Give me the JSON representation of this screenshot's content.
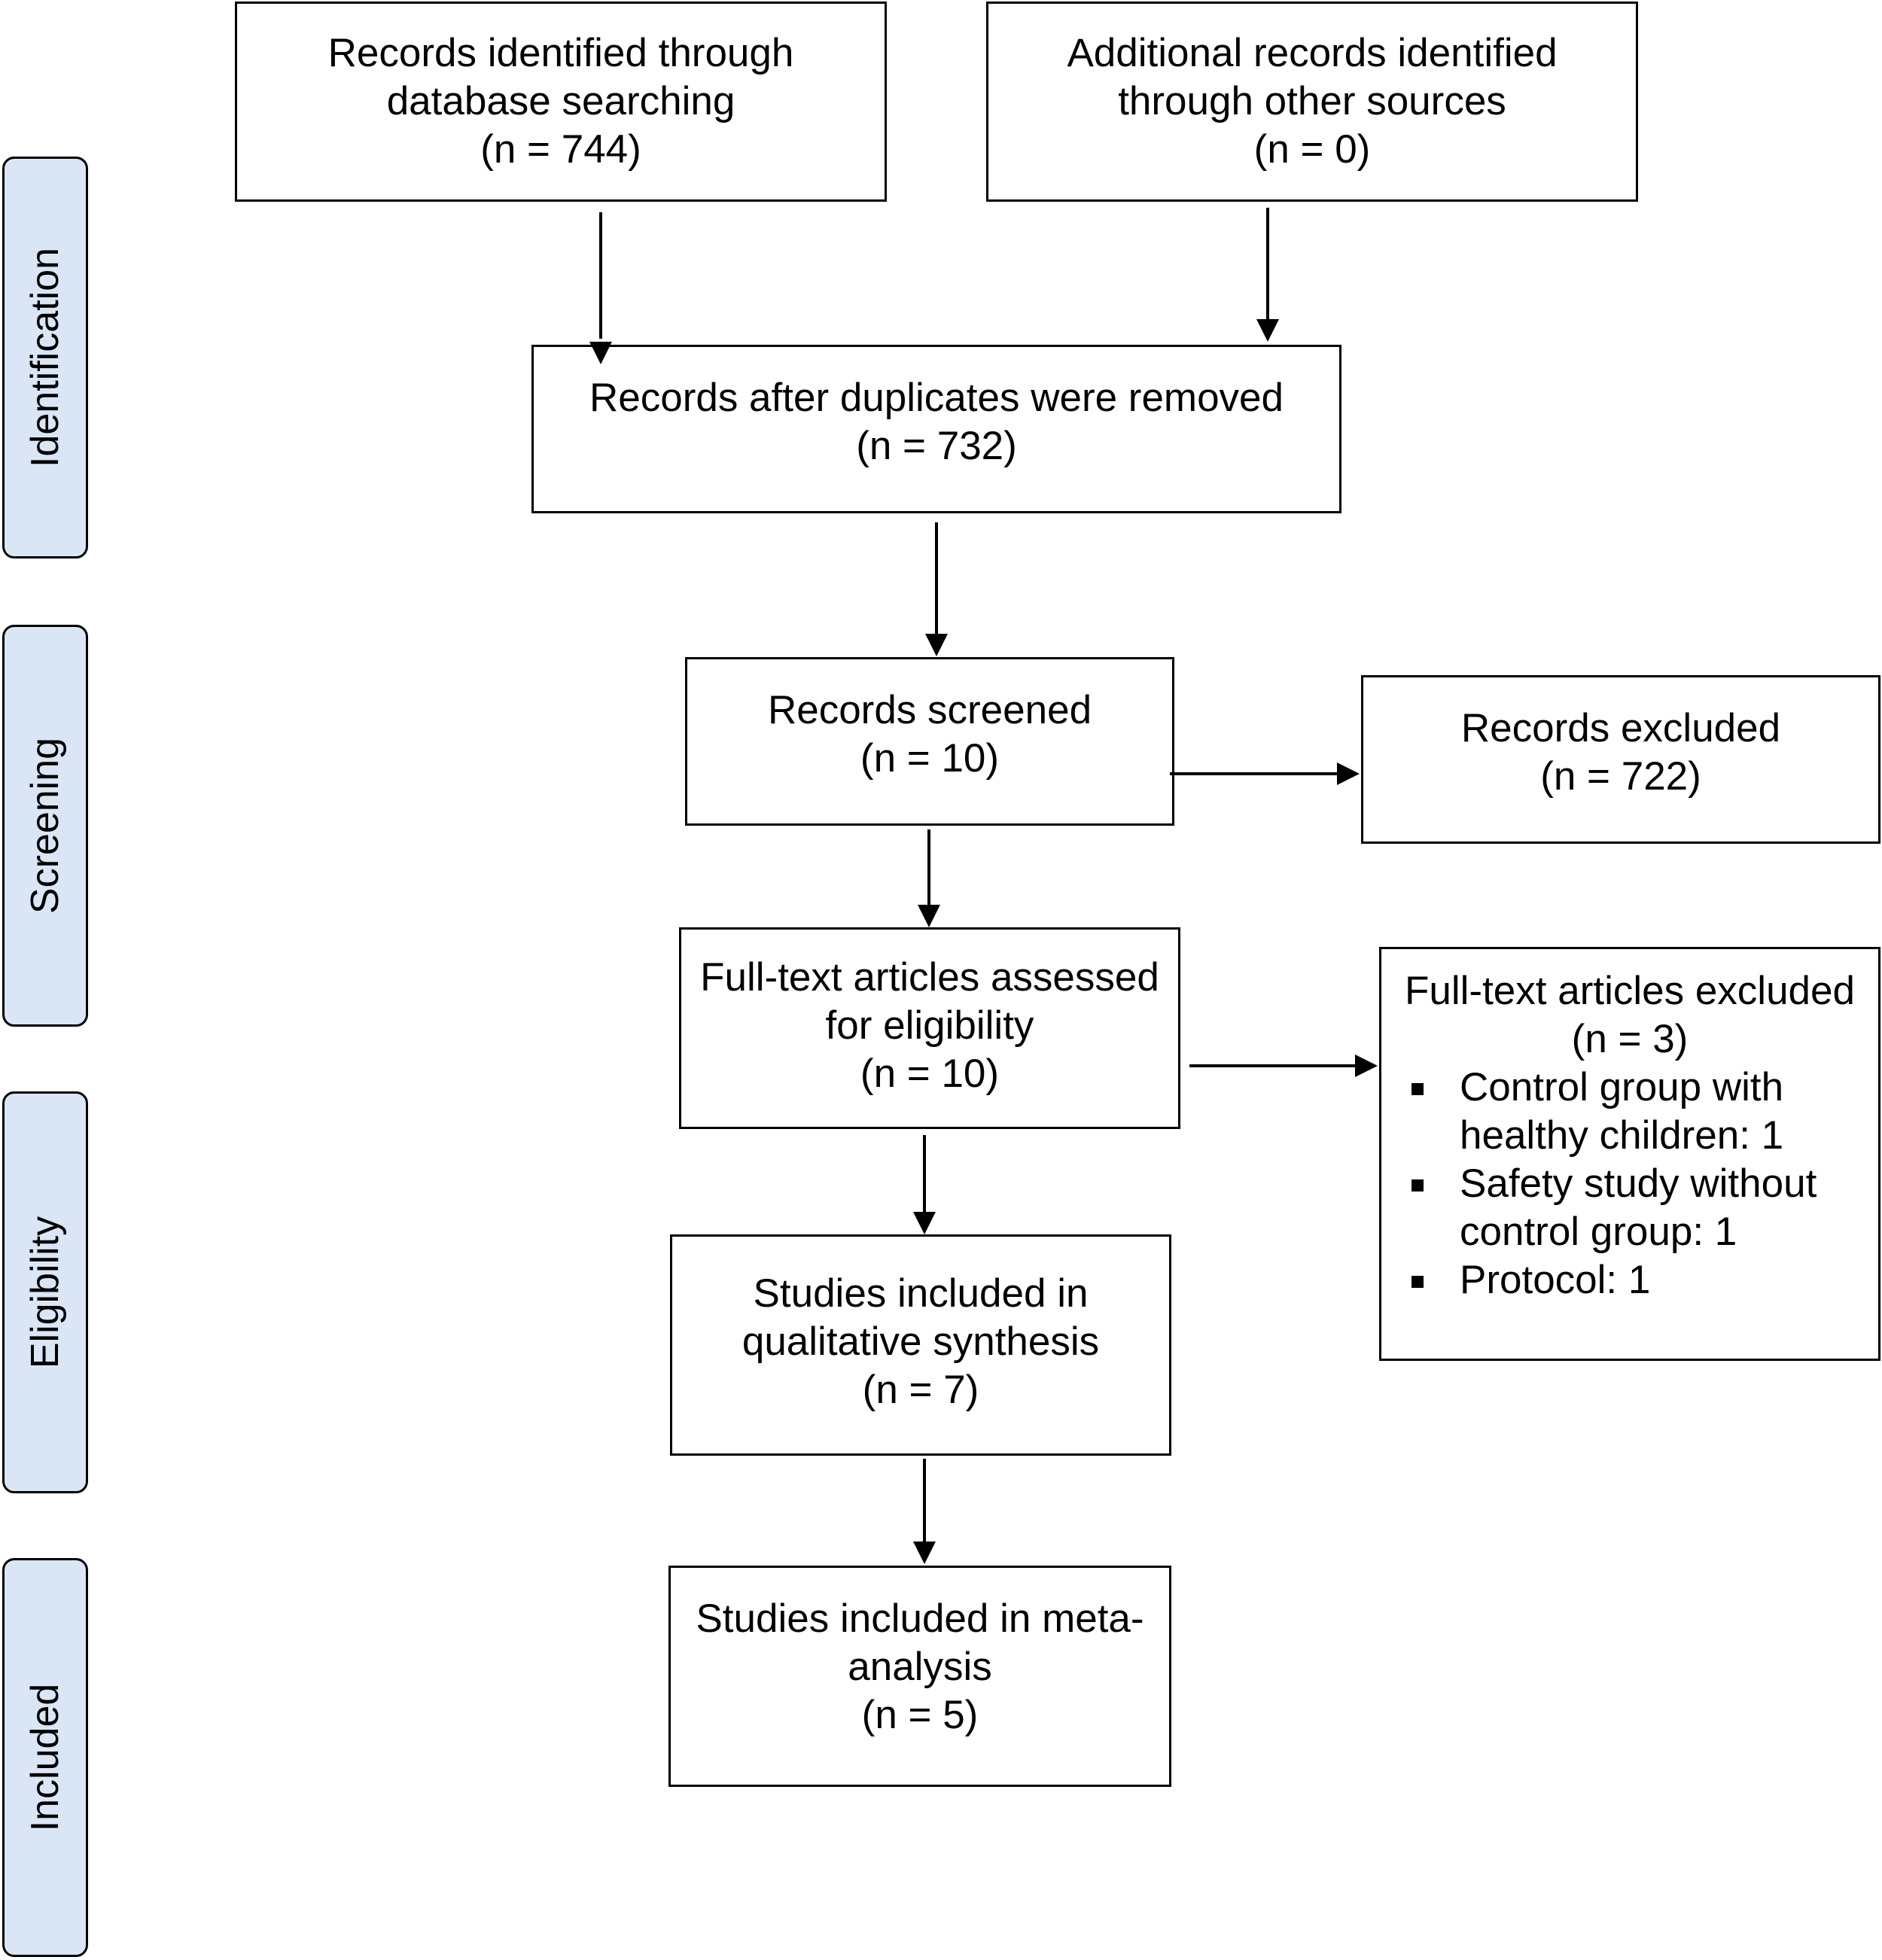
{
  "stages": [
    {
      "id": "identification",
      "label": "Identification"
    },
    {
      "id": "screening",
      "label": "Screening"
    },
    {
      "id": "eligibility",
      "label": "Eligibility"
    },
    {
      "id": "included",
      "label": "Included"
    }
  ],
  "boxes": {
    "database_search": {
      "lines": [
        "Records identified through",
        "database searching",
        "(n = 744)"
      ]
    },
    "other_sources": {
      "lines": [
        "Additional records identified",
        "through other sources",
        "(n = 0)"
      ]
    },
    "duplicates_removed": {
      "lines": [
        "Records after duplicates were removed",
        "(n = 732)"
      ]
    },
    "records_screened": {
      "lines": [
        "Records screened",
        "(n = 10)"
      ]
    },
    "records_excluded": {
      "lines": [
        "Records excluded",
        "(n = 722)"
      ]
    },
    "fulltext_assessed": {
      "lines": [
        "Full-text articles assessed",
        "for eligibility",
        "(n = 10)"
      ]
    },
    "fulltext_excluded": {
      "lines": [
        "Full-text articles excluded",
        "(n = 3)"
      ],
      "reasons": [
        [
          "Control group with",
          "healthy children: 1"
        ],
        [
          "Safety study without",
          "control group: 1"
        ],
        [
          "Protocol: 1"
        ]
      ]
    },
    "qualitative_synthesis": {
      "lines": [
        "Studies included in",
        "qualitative synthesis",
        "(n = 7)"
      ]
    },
    "meta_analysis": {
      "lines": [
        "Studies included in meta-",
        "analysis",
        "(n = 5)"
      ]
    }
  }
}
